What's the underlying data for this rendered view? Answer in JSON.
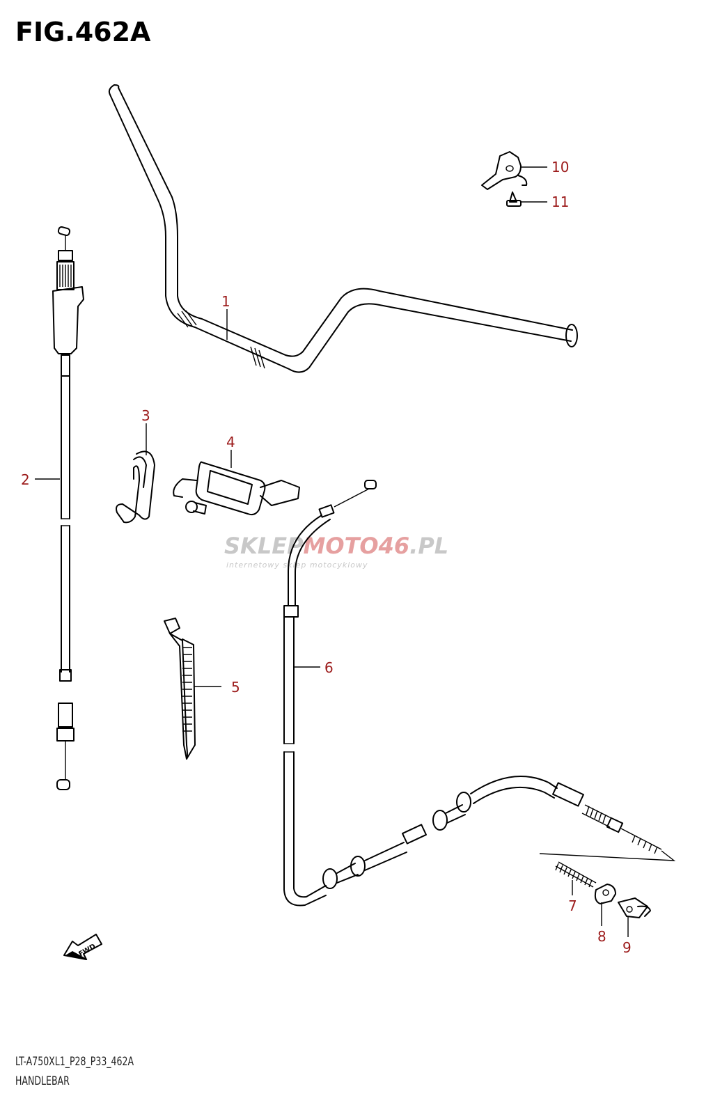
{
  "figure": {
    "title": "FIG.462A",
    "code": "LT-A750XL1_P28_P33_462A",
    "name": "HANDLEBAR"
  },
  "callouts": [
    "1",
    "2",
    "3",
    "4",
    "5",
    "6",
    "7",
    "8",
    "9",
    "10",
    "11"
  ],
  "fwd_label": "FWD",
  "watermark": {
    "brand_part1": "SKLEP",
    "brand_part2": "MOTO",
    "brand_part3": "46",
    "brand_part4": ".PL",
    "tagline": "internetowy sklep motocyklowy",
    "colors": {
      "grey": "#c8c8c8",
      "red": "#e6a0a0"
    }
  },
  "colors": {
    "callout": "#9c1b1b",
    "line": "#000000"
  }
}
